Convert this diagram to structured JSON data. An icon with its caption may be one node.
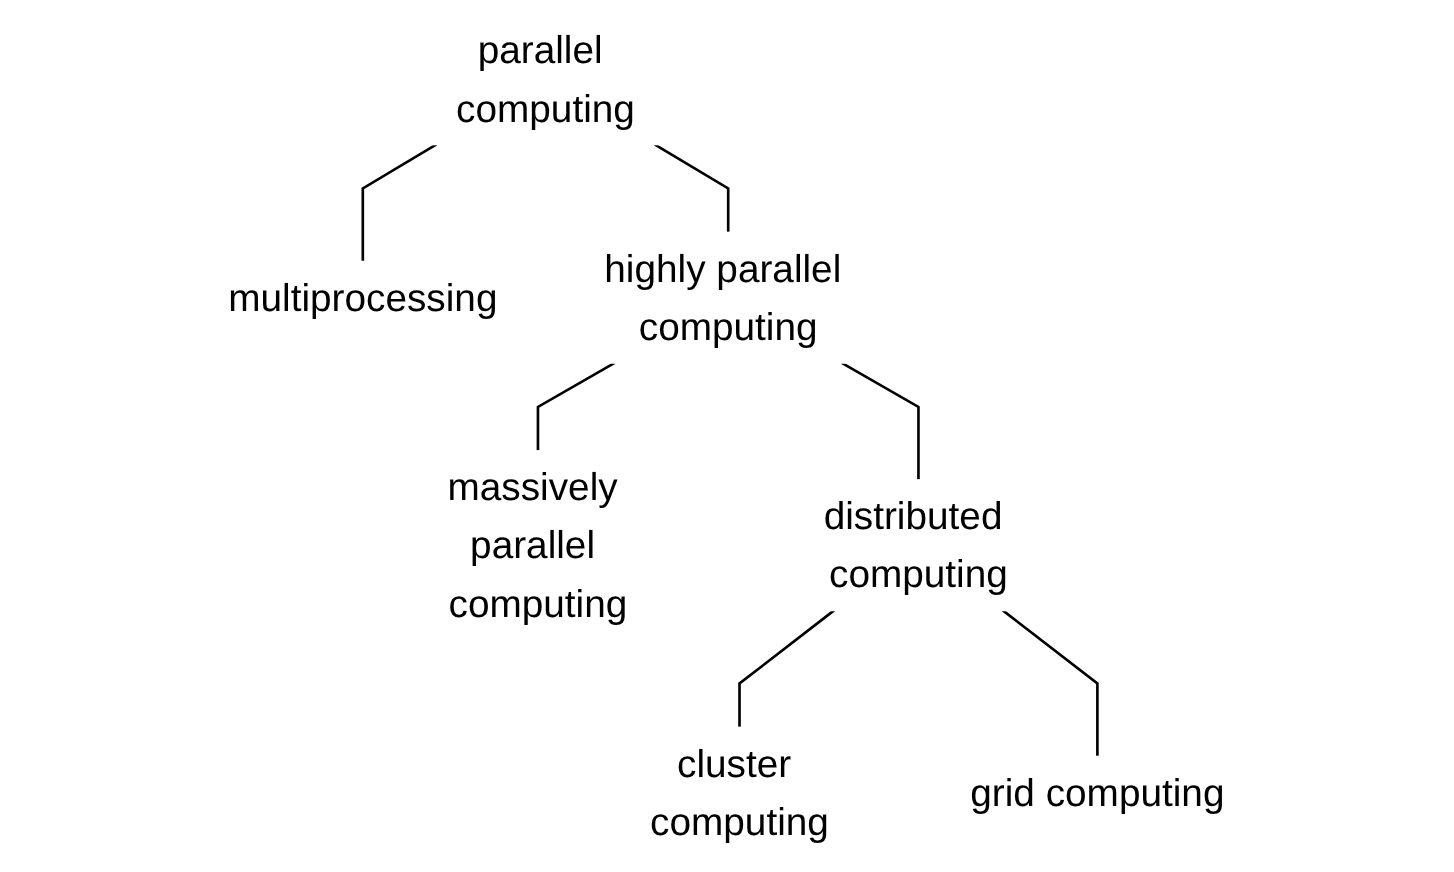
{
  "diagram": {
    "nodes": [
      {
        "text": [
          "parallel computing"
        ]
      },
      {
        "text": [
          "multiprocessing"
        ]
      },
      {
        "text": [
          "highly parallel computing"
        ]
      },
      {
        "text": [
          "massively parallel computing"
        ]
      },
      {
        "text": [
          "distributed computing"
        ]
      },
      {
        "text": [
          "cluster computing"
        ]
      },
      {
        "text": [
          "grid computing"
        ]
      }
    ],
    "edges": [
      {
        "from": 0,
        "to": 1,
        "arrow": "none"
      },
      {
        "from": 0,
        "to": 2,
        "arrow": "none"
      },
      {
        "from": 2,
        "to": 3,
        "arrow": "none"
      },
      {
        "from": 2,
        "to": 4,
        "arrow": "none"
      },
      {
        "from": 4,
        "to": 5,
        "arrow": "none"
      },
      {
        "from": 4,
        "to": 6,
        "arrow": "none"
      }
    ]
  }
}
